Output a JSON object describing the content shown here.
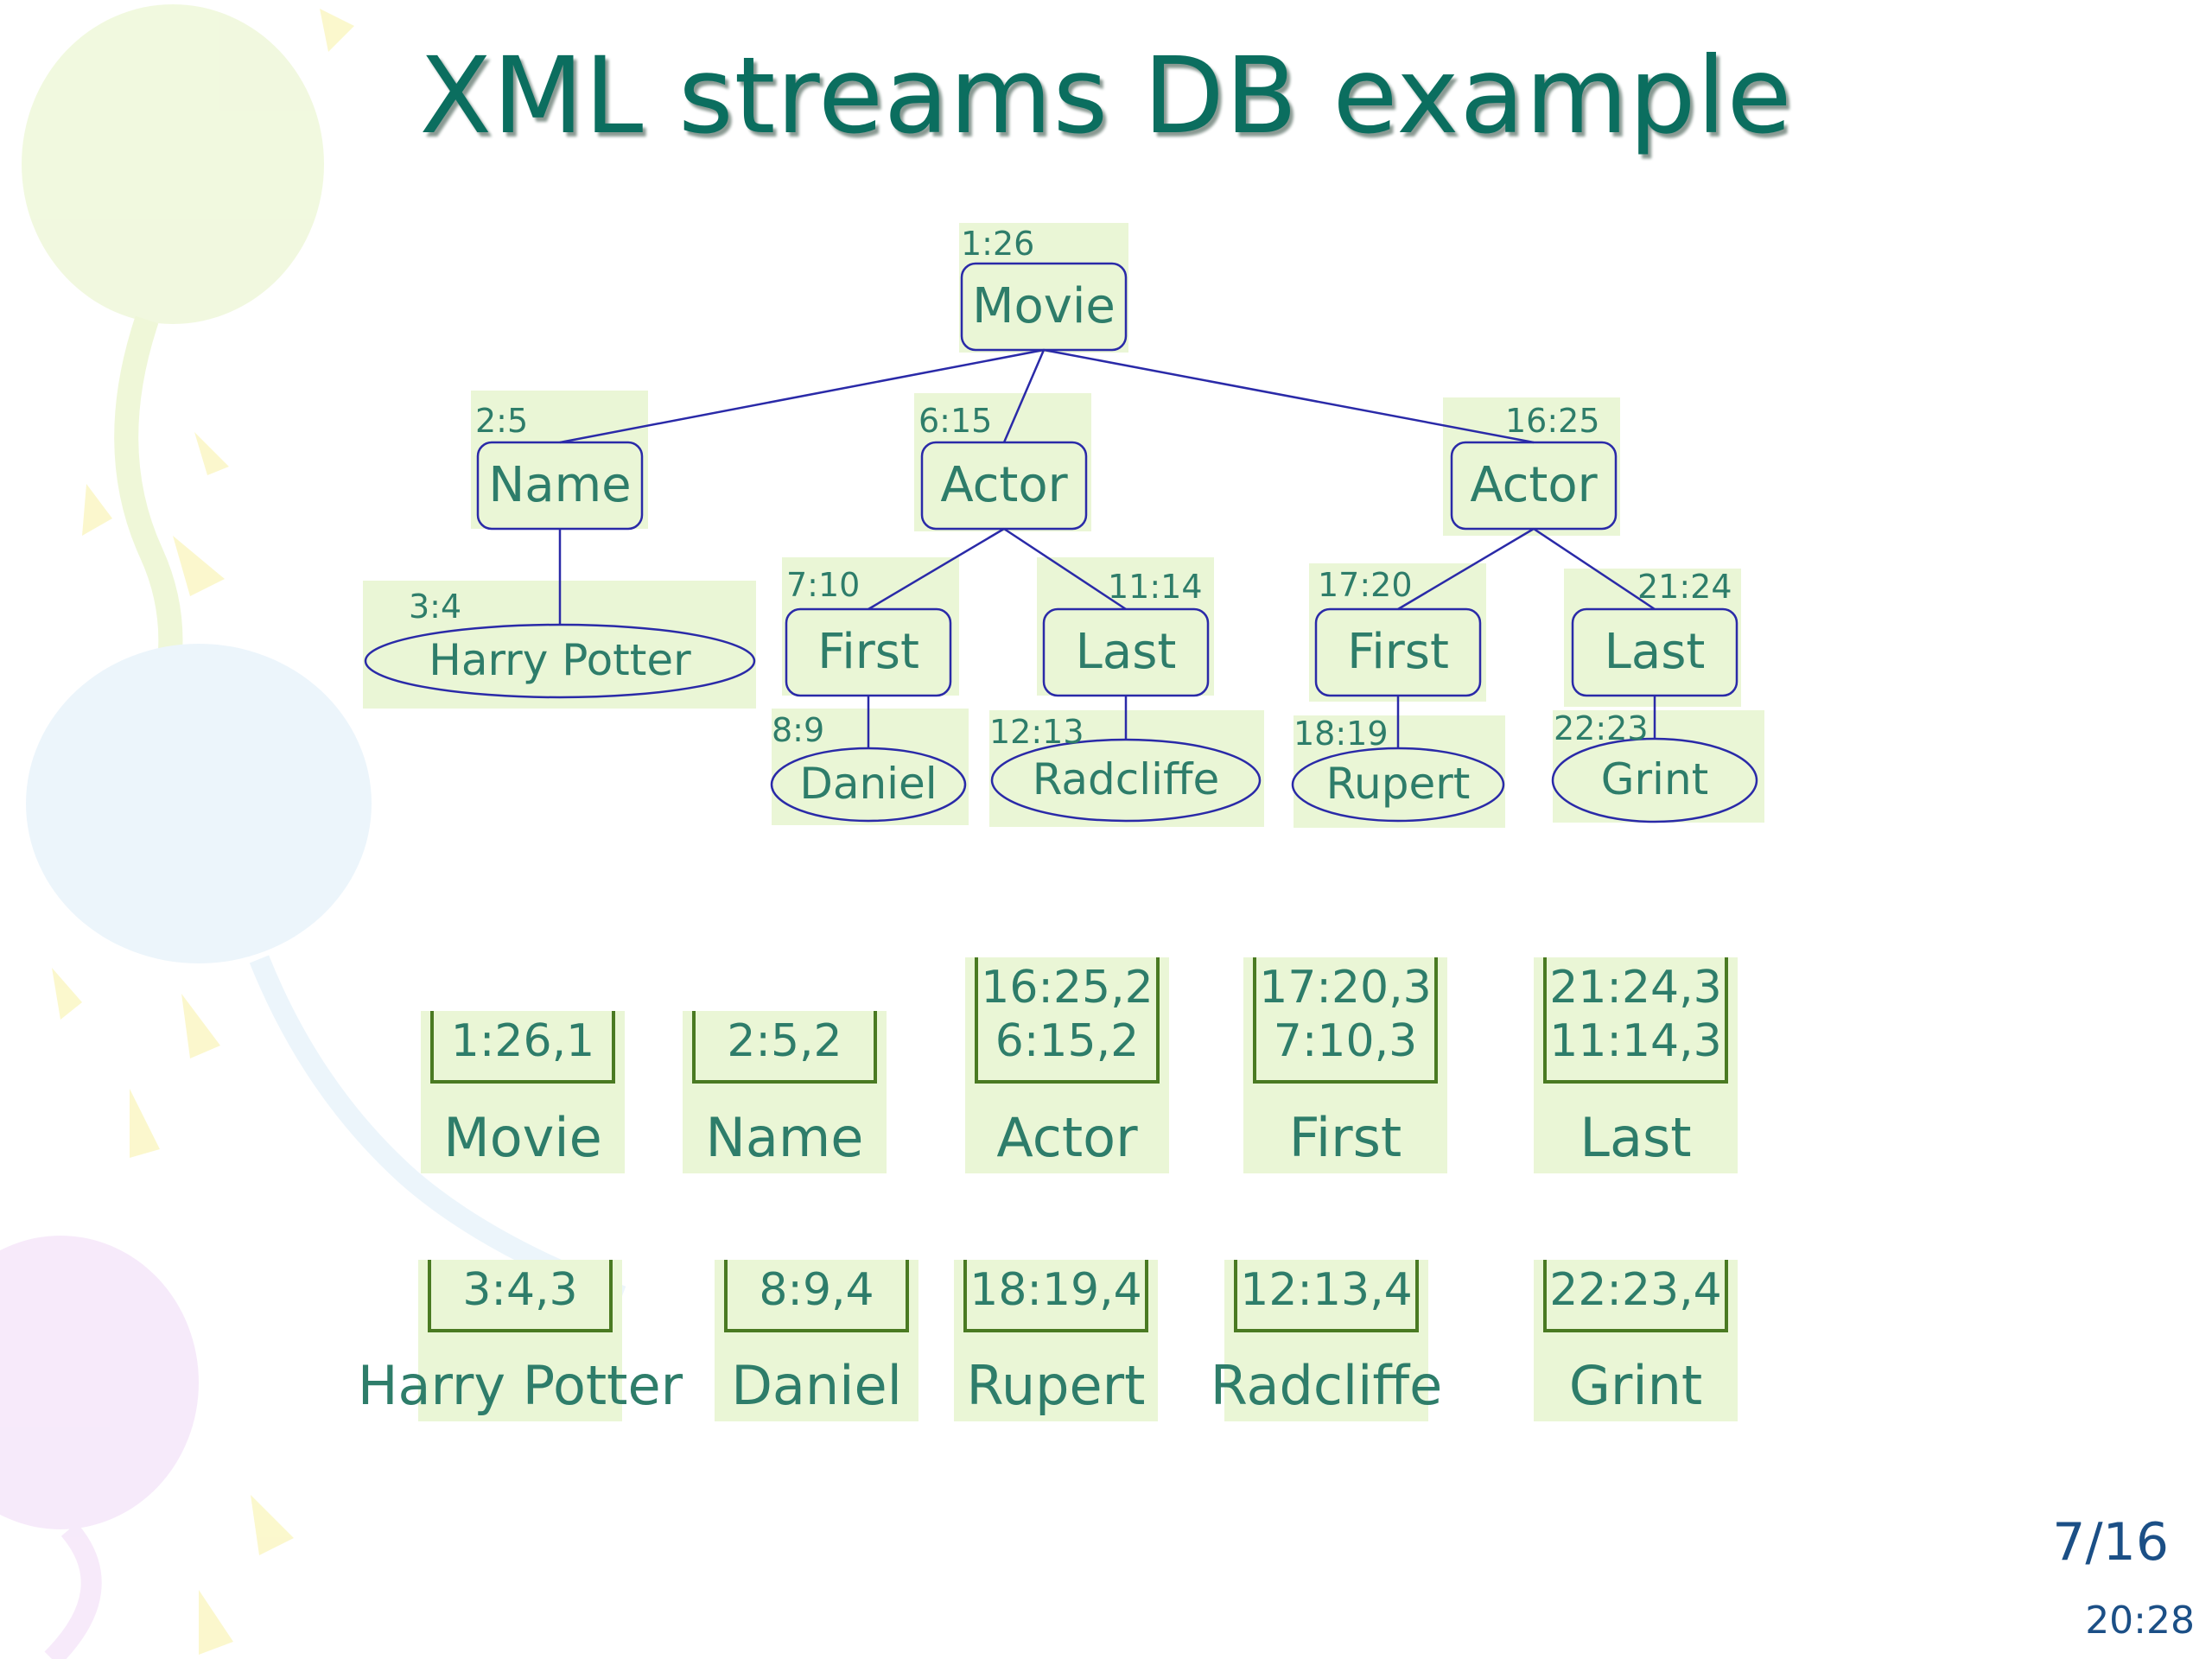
{
  "title": "XML streams DB example",
  "tree": {
    "nodes": [
      {
        "id": "movie",
        "label": "Movie",
        "region": "1:26",
        "kind": "element"
      },
      {
        "id": "name",
        "label": "Name",
        "region": "2:5",
        "kind": "element"
      },
      {
        "id": "actor1",
        "label": "Actor",
        "region": "6:15",
        "kind": "element"
      },
      {
        "id": "actor2",
        "label": "Actor",
        "region": "16:25",
        "kind": "element"
      },
      {
        "id": "hp",
        "label": "Harry Potter",
        "region": "3:4",
        "kind": "text"
      },
      {
        "id": "first1",
        "label": "First",
        "region": "7:10",
        "kind": "element"
      },
      {
        "id": "last1",
        "label": "Last",
        "region": "11:14",
        "kind": "element"
      },
      {
        "id": "first2",
        "label": "First",
        "region": "17:20",
        "kind": "element"
      },
      {
        "id": "last2",
        "label": "Last",
        "region": "21:24",
        "kind": "element"
      },
      {
        "id": "daniel",
        "label": "Daniel",
        "region": "8:9",
        "kind": "text"
      },
      {
        "id": "radcliffe",
        "label": "Radcliffe",
        "region": "12:13",
        "kind": "text"
      },
      {
        "id": "rupert",
        "label": "Rupert",
        "region": "18:19",
        "kind": "text"
      },
      {
        "id": "grint",
        "label": "Grint",
        "region": "22:23",
        "kind": "text"
      }
    ],
    "edges": [
      [
        "movie",
        "name"
      ],
      [
        "movie",
        "actor1"
      ],
      [
        "movie",
        "actor2"
      ],
      [
        "name",
        "hp"
      ],
      [
        "actor1",
        "first1"
      ],
      [
        "actor1",
        "last1"
      ],
      [
        "actor2",
        "first2"
      ],
      [
        "actor2",
        "last2"
      ],
      [
        "first1",
        "daniel"
      ],
      [
        "last1",
        "radcliffe"
      ],
      [
        "first2",
        "rupert"
      ],
      [
        "last2",
        "grint"
      ]
    ]
  },
  "streams_row1": [
    {
      "label": "Movie",
      "entries": [
        "1:26,1"
      ]
    },
    {
      "label": "Name",
      "entries": [
        "2:5,2"
      ]
    },
    {
      "label": "Actor",
      "entries": [
        "16:25,2",
        "6:15,2"
      ]
    },
    {
      "label": "First",
      "entries": [
        "17:20,3",
        "7:10,3"
      ]
    },
    {
      "label": "Last",
      "entries": [
        "21:24,3",
        "11:14,3"
      ]
    }
  ],
  "streams_row2": [
    {
      "label": "Harry Potter",
      "entries": [
        "3:4,3"
      ]
    },
    {
      "label": "Daniel",
      "entries": [
        "8:9,4"
      ]
    },
    {
      "label": "Rupert",
      "entries": [
        "18:19,4"
      ]
    },
    {
      "label": "Radcliffe",
      "entries": [
        "12:13,4"
      ]
    },
    {
      "label": "Grint",
      "entries": [
        "22:23,4"
      ]
    }
  ],
  "footer": {
    "page": "7/16",
    "time": "20:28"
  },
  "colors": {
    "title": "#0b6e5f",
    "text": "#2e7d6a",
    "edge": "#2a2aa8",
    "highlight": "#eaf6d6",
    "bracket": "#4a7a22"
  }
}
